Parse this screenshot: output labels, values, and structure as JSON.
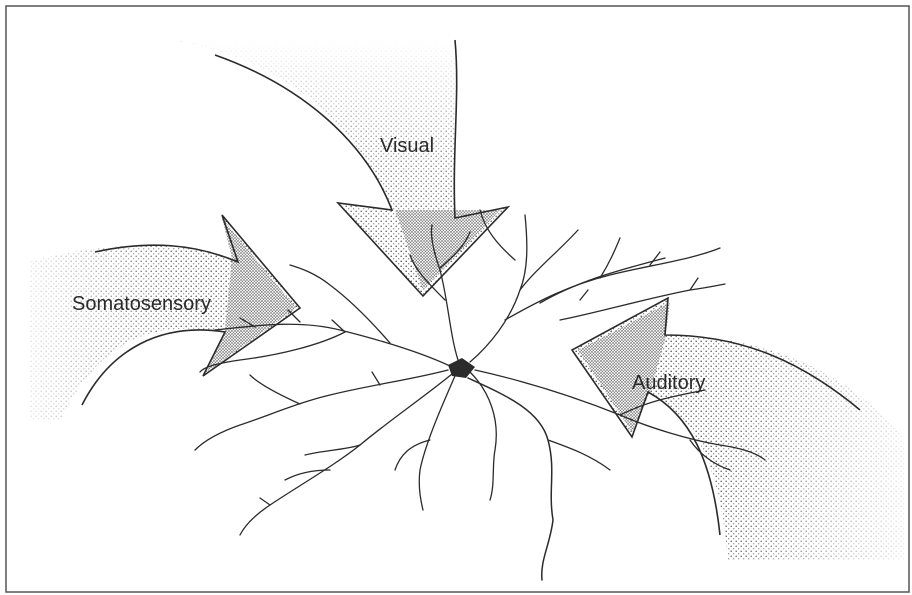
{
  "labels": {
    "visual": "Visual",
    "somatosensory": "Somatosensory",
    "auditory": "Auditory"
  },
  "colors": {
    "ink": "#2b2b2b",
    "stipple": "#3a3a3a",
    "frame": "#555555",
    "background": "#ffffff"
  },
  "icons": {
    "visual_arrow": "stippled-curved-arrow",
    "somatosensory_arrow": "stippled-curved-arrow",
    "auditory_arrow": "stippled-curved-arrow",
    "neuron": "pyramidal-neuron-drawing"
  }
}
